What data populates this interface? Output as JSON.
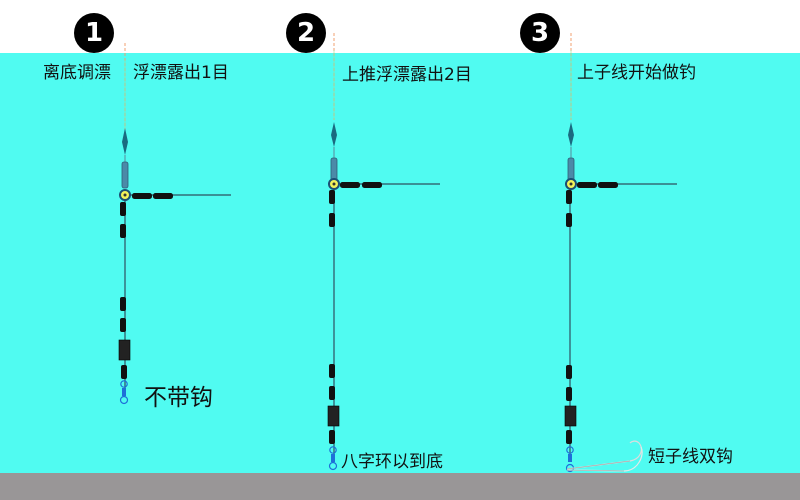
{
  "colors": {
    "water": "#50fbf1",
    "ground": "#999697",
    "badge": "#000000",
    "float_tip": "#f08060",
    "weight": "#111111",
    "swivel": "#1e6fd8"
  },
  "steps": [
    {
      "number": "1",
      "label_left": "离底调漂",
      "label": "浮漂露出1目",
      "bottom_label": "不带钩"
    },
    {
      "number": "2",
      "label": "上推浮漂露出2目",
      "bottom_label": "八字环以到底"
    },
    {
      "number": "3",
      "label": "上子线开始做钓",
      "bottom_label": "短子线双钩"
    }
  ]
}
